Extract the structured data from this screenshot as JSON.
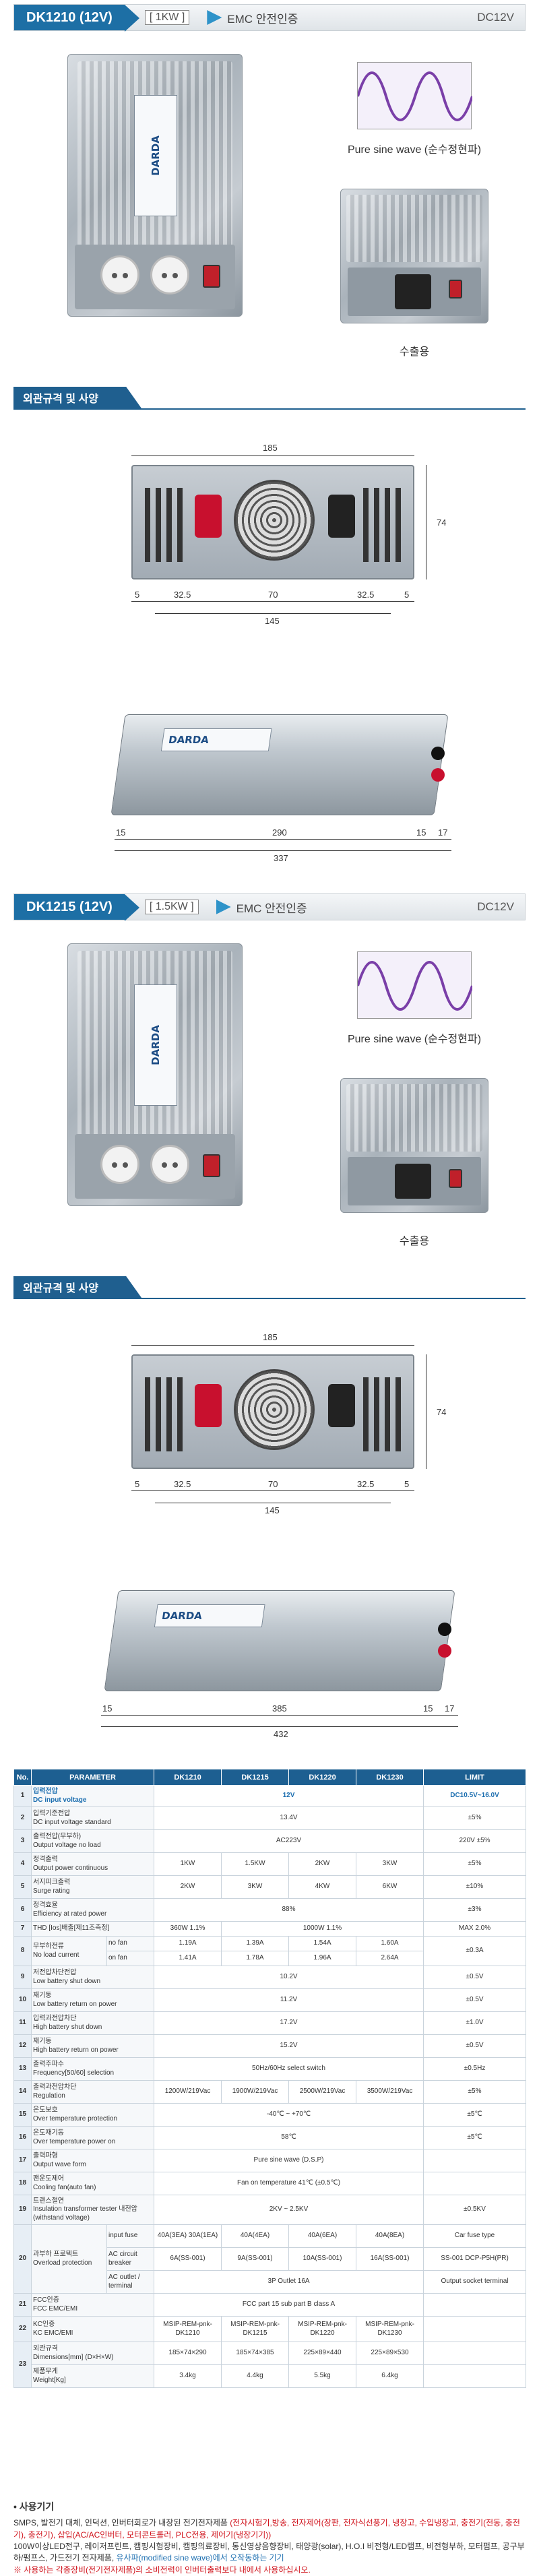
{
  "products": [
    {
      "model": "DK1210 (12V)",
      "power": "[ 1KW ]",
      "emc": "EMC 안전인증",
      "voltage": "DC12V",
      "wave_caption": "Pure sine wave (순수정현파)",
      "outlet_caption": "수출용",
      "section": "외관규격 및 사양",
      "dims": {
        "width": "185",
        "height": "74",
        "bottom": "145",
        "a": "5",
        "b": "32.5",
        "c": "70",
        "d": "32.5",
        "e": "5",
        "len_a": "15",
        "len_b": "290",
        "len_c": "15",
        "len_d": "17",
        "len_total": "337"
      }
    },
    {
      "model": "DK1215 (12V)",
      "power": "[ 1.5KW ]",
      "emc": "EMC 안전인증",
      "voltage": "DC12V",
      "wave_caption": "Pure sine wave (순수정현파)",
      "outlet_caption": "수출용",
      "section": "외관규격 및 사양",
      "dims": {
        "width": "185",
        "height": "74",
        "bottom": "145",
        "a": "5",
        "b": "32.5",
        "c": "70",
        "d": "32.5",
        "e": "5",
        "len_a": "15",
        "len_b": "385",
        "len_c": "15",
        "len_d": "17",
        "len_total": "432"
      }
    }
  ],
  "brand": "DARDA",
  "spec": {
    "headers": [
      "No.",
      "PARAMETER",
      "DK1210",
      "DK1215",
      "DK1220",
      "DK1230",
      "LIMIT"
    ],
    "r1": {
      "no": "1",
      "k": "입력전압",
      "e": "DC input voltage",
      "v": "12V",
      "lim": "DC10.5V~16.0V"
    },
    "r2": {
      "no": "2",
      "k": "입력기준전압",
      "e": "DC input voltage standard",
      "v": "13.4V",
      "lim": "±5%"
    },
    "r3": {
      "no": "3",
      "k": "출력전압(무부하)",
      "e": "Output voltage no load",
      "v": "AC223V",
      "lim": "220V ±5%"
    },
    "r4": {
      "no": "4",
      "k": "정격출력",
      "e": "Output power continuous",
      "v": [
        "1KW",
        "1.5KW",
        "2KW",
        "3KW"
      ],
      "lim": "±5%"
    },
    "r5": {
      "no": "5",
      "k": "서지피크출력",
      "e": "Surge rating",
      "v": [
        "2KW",
        "3KW",
        "4KW",
        "6KW"
      ],
      "lim": "±10%"
    },
    "r6": {
      "no": "6",
      "k": "정격효율",
      "e": "Efficiency at rated power",
      "v": "88%",
      "lim": "±3%"
    },
    "r7": {
      "no": "7",
      "k": "THD [Ios]배출[제11조측정]",
      "v": [
        "360W 1.1%",
        "1000W 1.1%"
      ],
      "lim": "MAX 2.0%"
    },
    "r8": {
      "no": "8",
      "k": "무부하전류",
      "e": "No load current",
      "sub1": "no fan",
      "sub2": "on fan",
      "v1": [
        "1.19A",
        "1.39A",
        "1.54A",
        "1.60A"
      ],
      "v2": [
        "1.41A",
        "1.78A",
        "1.96A",
        "2.64A"
      ],
      "lim": "±0.3A"
    },
    "r9": {
      "no": "9",
      "k": "저전압차단전압",
      "e": "Low battery shut down",
      "v": "10.2V",
      "lim": "±0.5V"
    },
    "r10": {
      "no": "10",
      "k": "재기동",
      "e": "Low battery return on power",
      "v": "11.2V",
      "lim": "±0.5V"
    },
    "r11": {
      "no": "11",
      "k": "입력과전압차단",
      "e": "High battery shut down",
      "v": "17.2V",
      "lim": "±1.0V"
    },
    "r12": {
      "no": "12",
      "k": "재기동",
      "e": "High battery return on power",
      "v": "15.2V",
      "lim": "±0.5V"
    },
    "r13": {
      "no": "13",
      "k": "출력주파수",
      "e": "Frequency[50/60] selection",
      "v": "50Hz/60Hz select switch",
      "lim": "±0.5Hz"
    },
    "r14": {
      "no": "14",
      "k": "출력과전압차단",
      "e": "Regulation",
      "v": [
        "1200W/219Vac",
        "1900W/219Vac",
        "2500W/219Vac",
        "3500W/219Vac"
      ],
      "lim": "±5%"
    },
    "r15": {
      "no": "15",
      "k": "온도보호",
      "e": "Over temperature protection",
      "v": "-40℃ ~ +70℃",
      "lim": "±5℃"
    },
    "r16": {
      "no": "16",
      "k": "온도재기동",
      "e": "Over temperature power on",
      "v": "58℃",
      "lim": "±5℃"
    },
    "r17": {
      "no": "17",
      "k": "출력파형",
      "e": "Output wave form",
      "v": "Pure sine wave (D.S.P)",
      "lim": ""
    },
    "r18": {
      "no": "18",
      "k": "팬운도제어",
      "e": "Cooling fan(auto fan)",
      "v": "Fan on temperature 41℃ (±0.5℃)",
      "lim": ""
    },
    "r19": {
      "no": "19",
      "k": "트랜스절연",
      "e": "Insulation transformer tester 내전압(withstand voltage)",
      "v": "2KV ~ 2.5KV",
      "lim": "±0.5KV"
    },
    "r20": {
      "no": "20",
      "k": "과부하 프로텍트",
      "e": "Overload protection",
      "s1": "input fuse",
      "s2": "AC circuit breaker",
      "s3": "AC outlet / terminal",
      "v1": [
        "40A(3EA) 30A(1EA)",
        "40A(4EA)",
        "40A(6EA)",
        "40A(8EA)"
      ],
      "l1": "Car fuse type",
      "v2": [
        "6A(SS-001)",
        "9A(SS-001)",
        "10A(SS-001)",
        "16A(SS-001)"
      ],
      "l2": "SS-001 DCP-P5H(PR)",
      "v3": "3P Outlet 16A",
      "l3": "Output socket terminal"
    },
    "r21": {
      "no": "21",
      "k": "FCC인증",
      "e": "FCC EMC/EMI",
      "v": "FCC part 15 sub part B class A",
      "lim": ""
    },
    "r22": {
      "no": "22",
      "k": "KC인증",
      "e": "KC EMC/EMI",
      "v": [
        "MSIP-REM-pnk-DK1210",
        "MSIP-REM-pnk-DK1215",
        "MSIP-REM-pnk-DK1220",
        "MSIP-REM-pnk-DK1230"
      ],
      "lim": ""
    },
    "r23": {
      "no": "23",
      "k": "외관규격",
      "e": "Dimensions[mm] (D×H×W)",
      "v": [
        "185×74×290",
        "185×74×385",
        "225×89×440",
        "225×89×530"
      ],
      "lim": ""
    },
    "r24": {
      "k": "제품무게",
      "e": "Weight[Kg]",
      "v": [
        "3.4kg",
        "4.4kg",
        "5.5kg",
        "6.4kg"
      ],
      "lim": ""
    }
  },
  "notes": {
    "title": "• 사용기기",
    "body": "SMPS, 발전기 대체, 인덕션, 인버터회로가 내장된 전기전자제품",
    "body_blue": "(전자시험기,방송, 전자제어(장판, 전자식선풍기, 냉장고, 수입냉장고, 충전기(전동, 충전기), 충전기), 삽입(AC/AC인버터, 모터콘트롤러, PLC전용, 제어기(냉장기기))",
    "body2": "100W이상LED전구, 레이저프린트, 캠핑시험장비, 캠핑의료장비, 통신영상음향장비, 태양광(solar), H.O.I 비전형/LED램프, 비전형부하, 모터펌프, 공구부하/펌프스, 가드전기 전자제품,",
    "body2_blue": "유사파(modified sine wave)에서 오작동하는 기기",
    "warn": "※ 사용하는 각종장비(전기전자제품)의 소비전력이 인버터출력보다 내에서 사용하십시오."
  }
}
